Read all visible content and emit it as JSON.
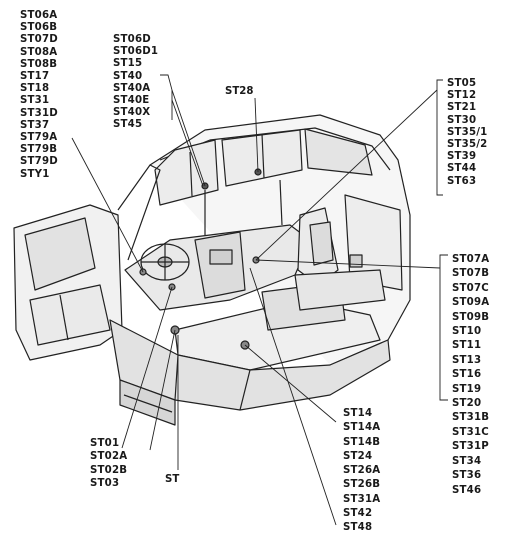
{
  "groups": {
    "left_top": [
      "ST06A",
      "ST06B",
      "ST07D",
      "ST08A",
      "ST08B",
      "ST17",
      "ST18",
      "ST31",
      "ST31D",
      "ST37",
      "ST79A",
      "ST79B",
      "ST79D",
      "STY1"
    ],
    "center_top": [
      "ST06D",
      "ST06D1",
      "ST15",
      "ST40",
      "ST40A",
      "ST40E",
      "ST40X",
      "ST45"
    ],
    "roof": "ST28",
    "right_top": [
      "ST05",
      "ST12",
      "ST21",
      "ST30",
      "ST35/1",
      "ST35/2",
      "ST39",
      "ST44",
      "ST63"
    ],
    "right_mid": [
      "ST07A",
      "ST07B",
      "ST07C",
      "ST09A",
      "ST09B",
      "ST10",
      "ST11",
      "ST13",
      "ST16",
      "ST19",
      "ST20",
      "ST31B",
      "ST31C",
      "ST31P",
      "ST34",
      "ST36",
      "ST46"
    ],
    "bottom_center": [
      "ST14",
      "ST14A",
      "ST14B",
      "ST24",
      "ST26A",
      "ST26B",
      "ST31A",
      "ST42",
      "ST48"
    ],
    "bottom_left": [
      "ST01",
      "ST02A",
      "ST02B",
      "ST03"
    ],
    "floor": "ST"
  },
  "colors": {
    "text": "#1a1a1a",
    "line": "#222222",
    "fill": "#f4f4f4",
    "shade": "#d9d9d9"
  },
  "image": {
    "name": "truck-cab-interior-illustration"
  }
}
